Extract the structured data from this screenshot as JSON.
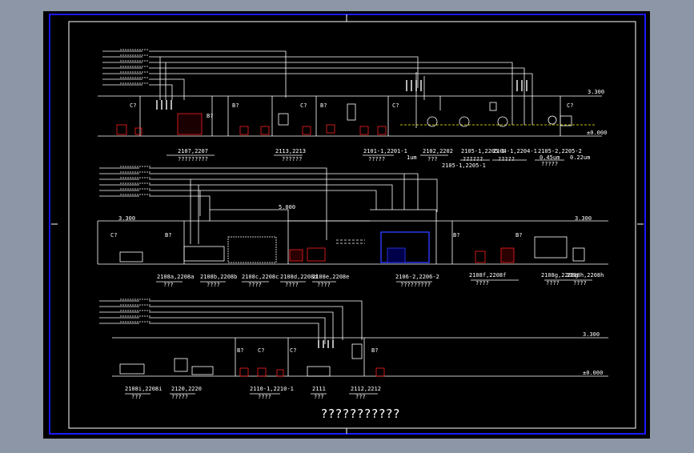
{
  "title": "???????????",
  "colors": {
    "background": "#8c96a6",
    "paper": "#000000",
    "outer_border": "#1a1aff",
    "inner_border": "#ffffff",
    "lines": "#ffffff",
    "pipe_label": "#ffffff",
    "red_equipment": "#ff2020",
    "blue_equipment": "#2a3cff",
    "yellow_valves": "#ffff00"
  },
  "rows": [
    {
      "id": "row1",
      "level_right": "3.300",
      "level_right_bottom": "±0.000",
      "markers": [
        "B?",
        "C?",
        "B?",
        "C?",
        "B?",
        "C?",
        "C?"
      ],
      "groups": [
        {
          "code": "2107,2207",
          "name": "?????????"
        },
        {
          "code": "2113,2213",
          "name": "??????"
        },
        {
          "code": "2101-1,2201-1",
          "name": "?????"
        },
        {
          "code": "2102,2202",
          "name": "???"
        },
        {
          "code": "2105-1,2205-1",
          "name": "??????"
        },
        {
          "code": "2104-1,2204-1",
          "name": "?????"
        },
        {
          "code": "2105-2,2205-2",
          "name": "?????"
        }
      ],
      "notes": [
        "1um",
        "2105-1,2205-1",
        "0.45um",
        "0.22um"
      ]
    },
    {
      "id": "row2",
      "level_left": "3.300",
      "level_mid": "5.000",
      "level_right": "3.300",
      "markers": [
        "B?",
        "B?",
        "B?",
        "C?"
      ],
      "groups": [
        {
          "code": "2108a,2208a",
          "name": "???"
        },
        {
          "code": "2108b,2208b",
          "name": "????"
        },
        {
          "code": "2108c,2208c",
          "name": "????"
        },
        {
          "code": "2108d,2208d",
          "name": "????"
        },
        {
          "code": "2108e,2208e",
          "name": "????"
        },
        {
          "code": "2106-2,2206-2",
          "name": "?????????"
        },
        {
          "code": "2108f,2208f",
          "name": "????"
        },
        {
          "code": "2108g,2208g",
          "name": "????"
        },
        {
          "code": "2108h,2208h",
          "name": "????"
        }
      ]
    },
    {
      "id": "row3",
      "level_right": "3.300",
      "level_right_bottom": "±0.000",
      "markers": [
        "B?",
        "C?",
        "C?",
        "B?"
      ],
      "groups": [
        {
          "code": "2108i,2208i",
          "name": "???"
        },
        {
          "code": "2120,2220",
          "name": "?????"
        },
        {
          "code": "2110-1,2210-1",
          "name": "????"
        },
        {
          "code": "2111",
          "name": "???"
        },
        {
          "code": "2112,2212",
          "name": "???"
        }
      ]
    }
  ]
}
